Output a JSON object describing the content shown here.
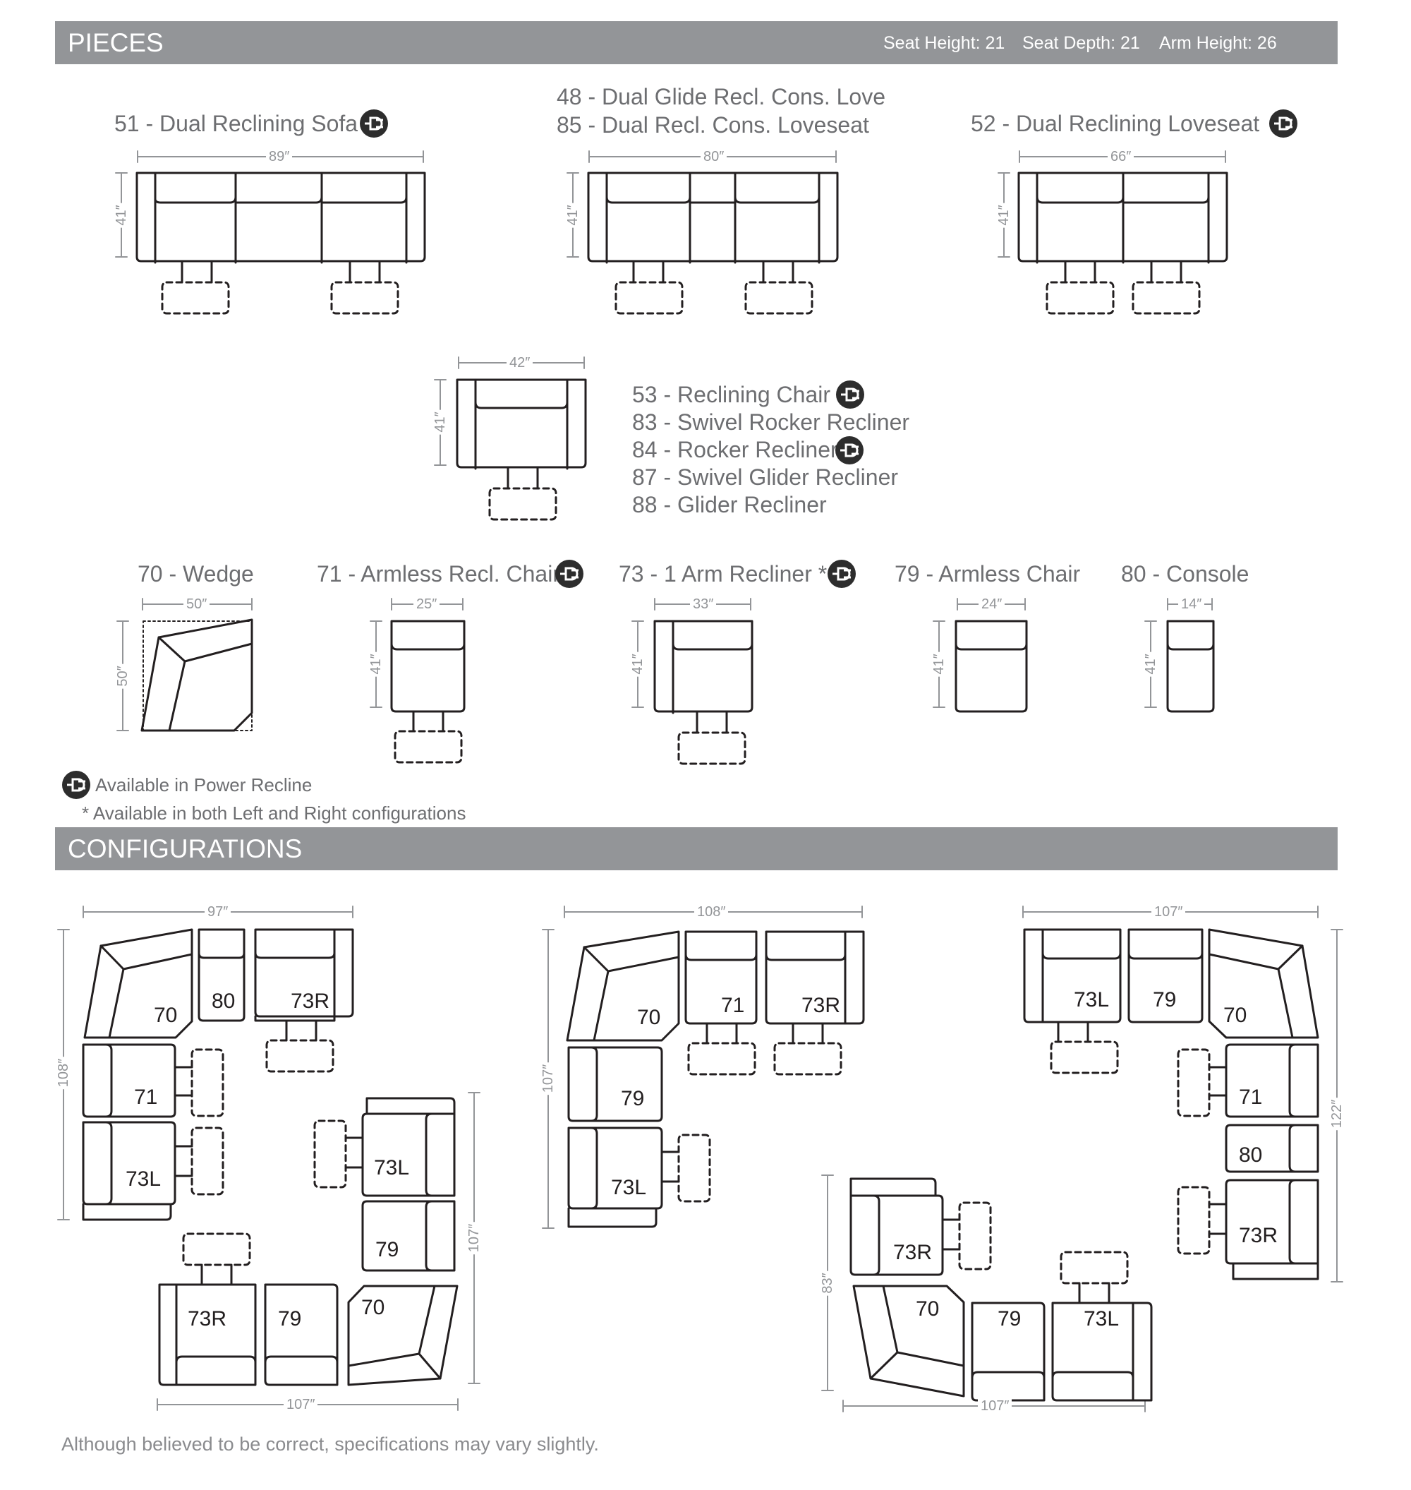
{
  "sections": {
    "pieces_title": "PIECES",
    "configurations_title": "CONFIGURATIONS"
  },
  "specs": {
    "seat_height": "Seat Height: 21",
    "seat_depth": "Seat Depth: 21",
    "arm_height": "Arm Height: 26"
  },
  "pieces": {
    "sofa": {
      "label": "51 - Dual Reclining Sofa",
      "width": "89″",
      "depth": "41″"
    },
    "love_console": {
      "label_1": "48 - Dual Glide Recl. Cons. Love",
      "label_2": "85 - Dual Recl. Cons. Loveseat",
      "width": "80″",
      "depth": "41″"
    },
    "loveseat": {
      "label": "52 - Dual Reclining Loveseat",
      "width": "66″",
      "depth": "41″"
    },
    "chair": {
      "width": "42″",
      "depth": "41″",
      "labels": [
        "53 - Reclining Chair",
        "83 - Swivel Rocker Recliner",
        "84 - Rocker Recliner",
        "87 - Swivel Glider Recliner",
        "88 - Glider Recliner"
      ]
    },
    "wedge": {
      "label": "70 - Wedge",
      "width": "50″",
      "depth": "50″"
    },
    "armless_recl": {
      "label": "71 - Armless Recl. Chair",
      "width": "25″",
      "depth": "41″"
    },
    "one_arm": {
      "label": "73 - 1 Arm Recliner *",
      "width": "33″",
      "depth": "41″"
    },
    "armless_chair": {
      "label": "79 - Armless Chair",
      "width": "24″",
      "depth": "41″"
    },
    "console": {
      "label": "80 - Console",
      "width": "14″",
      "depth": "41″"
    }
  },
  "legend": {
    "power": "Available in Power Recline",
    "both": "* Available in both Left and Right configurations"
  },
  "configurations": {
    "c1": {
      "top_width": "97″",
      "left_depth": "108″",
      "right_depth": "107″",
      "bottom_width": "107″",
      "pieces": [
        "70",
        "80",
        "73R",
        "71",
        "73L",
        "73L",
        "79",
        "73R",
        "79",
        "70"
      ]
    },
    "c2": {
      "top_width": "108″",
      "left_depth": "107″",
      "pieces": [
        "70",
        "71",
        "73R",
        "79",
        "73L"
      ]
    },
    "c3": {
      "top_width": "107″",
      "right_depth": "122″",
      "left_depth": "83″",
      "bottom_width": "107″",
      "pieces": [
        "73L",
        "79",
        "70",
        "71",
        "80",
        "73R",
        "73R",
        "70",
        "79",
        "73L"
      ]
    }
  },
  "icons": {
    "power_plug": "power-plug-icon"
  },
  "colors": {
    "header_bar": "#939598",
    "text": "#6d6e71",
    "line": "#231f20",
    "dimension": "#939598"
  },
  "disclaimer": "Although believed to be correct, specifications may vary slightly."
}
